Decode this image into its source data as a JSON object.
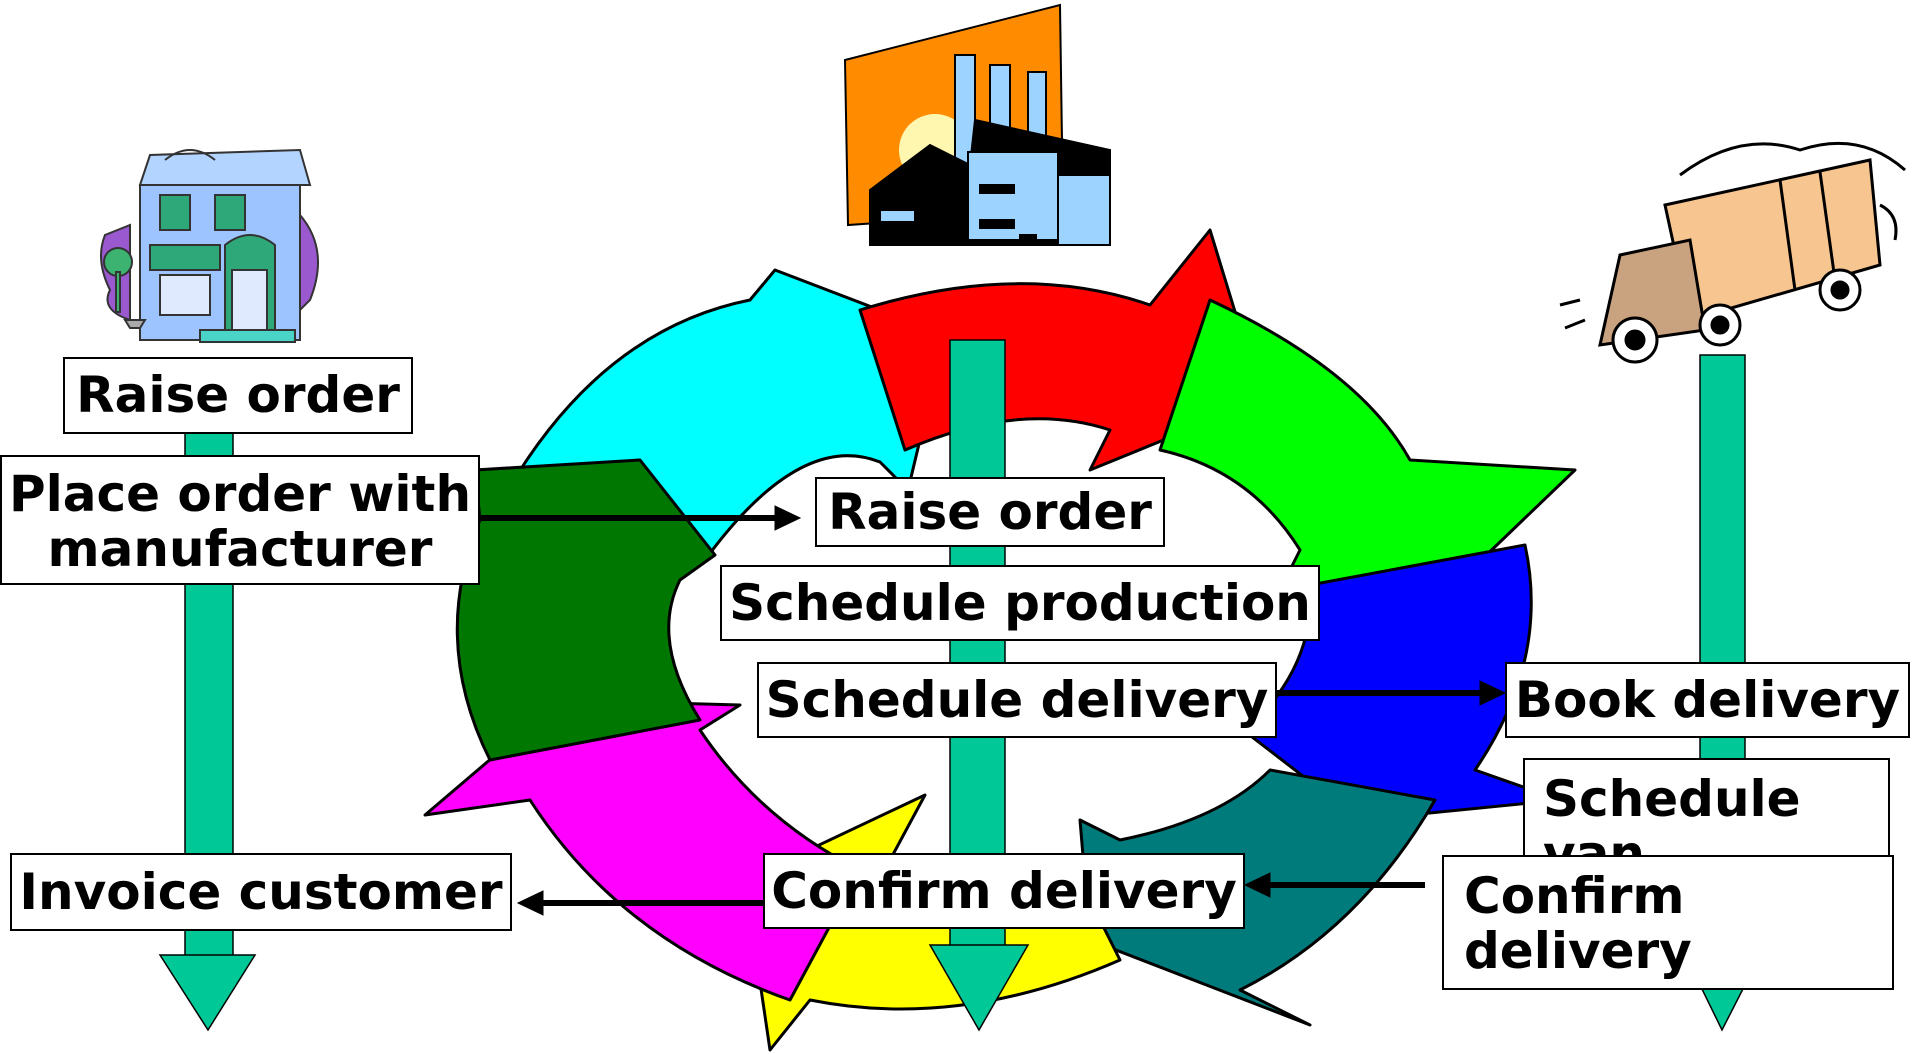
{
  "colors": {
    "pipe": "#00c896",
    "cyan": "#00ffff",
    "red": "#ff0000",
    "green": "#00ff00",
    "blue": "#0000ff",
    "teal": "#007b7b",
    "yellow": "#ffff00",
    "magenta": "#ff00ff",
    "darkgreen": "#007700"
  },
  "icons": {
    "shop": "retail-shop-icon",
    "factory": "factory-icon",
    "truck": "delivery-truck-icon"
  },
  "left": {
    "raise_order": "Raise order",
    "place_order_line1": "Place order with",
    "place_order_line2": "manufacturer",
    "invoice_customer": "Invoice customer"
  },
  "center": {
    "raise_order": "Raise order",
    "schedule_production": "Schedule production",
    "schedule_delivery": "Schedule delivery",
    "confirm_delivery": "Confirm delivery"
  },
  "right": {
    "book_delivery": "Book delivery",
    "schedule_van_line1": "Schedule",
    "schedule_van_line2": "van",
    "confirm_delivery_line1": "Confirm",
    "confirm_delivery_line2": "delivery"
  }
}
